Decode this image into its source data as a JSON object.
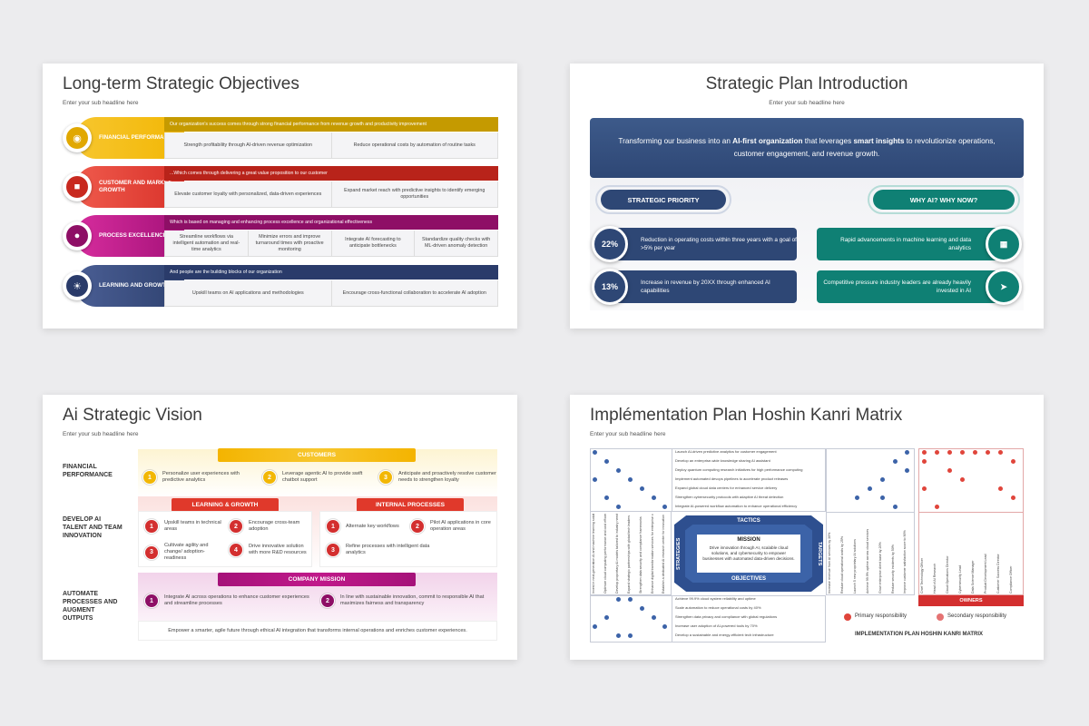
{
  "slide1": {
    "title": "Long-term Strategic Objectives",
    "subtitle": "Enter your sub headline here",
    "rows": [
      {
        "label": "FINANCIAL PERFORMANCE",
        "icon": "coin-icon",
        "color": "#f2b705",
        "bar_color": "#c59a00",
        "bar": "Our organization's success comes through strong financial performance from revenue growth and productivity improvement",
        "cells": [
          "Strength profitability through AI-driven revenue optimization",
          "Reduce operational costs by automation of routine tasks"
        ]
      },
      {
        "label": "CUSTOMER AND MARKET GROWTH",
        "icon": "presentation-icon",
        "color": "#e0392b",
        "bar_color": "#b8231a",
        "bar": "...Which comes through delivering a great value proposition to our customer",
        "cells": [
          "Elevate customer loyalty with personalized, data-driven experiences",
          "Expand market reach with predictive insights to identify emerging opportunities"
        ]
      },
      {
        "label": "PROCESS EXCELLENCE",
        "icon": "team-icon",
        "color": "#c0198a",
        "bar_color": "#8e0f66",
        "bar": "Which is based on managing and enhancing process excellence and organizational effectiveness",
        "cells": [
          "Streamline workflows via intelligent automation and real-time analytics",
          "Minimize errors and improve turnaround times with proactive monitoring",
          "Integrate AI forecasting to anticipate bottlenecks",
          "Standardize quality checks with ML-driven anomaly detection"
        ]
      },
      {
        "label": "LEARNING AND GROWTH",
        "icon": "lightbulb-icon",
        "color": "#34477a",
        "bar_color": "#2a3b6a",
        "bar": "And people are the building blocks of our organization",
        "cells": [
          "Upskill teams on AI applications and methodologies",
          "Encourage cross-functional collaboration to accelerate AI adoption"
        ]
      }
    ]
  },
  "slide2": {
    "title": "Strategic Plan Introduction",
    "subtitle": "Enter your sub headline here",
    "banner": {
      "p1": "Transforming our business into an ",
      "b1": "AI-first organization",
      "p2": " that leverages ",
      "b2": "smart insights",
      "p3": " to revolutionize operations, customer engagement, and revenue growth."
    },
    "left_pill": "STRATEGIC PRIORITY",
    "right_pill": "WHY AI? WHY NOW?",
    "left_items": [
      {
        "value": "22%",
        "text": "Reduction in operating costs within three years with a goal of >5% per year"
      },
      {
        "value": "13%",
        "text": "Increase in revenue by 20XX through enhanced AI capabilities"
      }
    ],
    "right_items": [
      {
        "icon": "chart-board-icon",
        "text": "Rapid advancements in machine learning and data analytics"
      },
      {
        "icon": "runner-icon",
        "text": "Competitive pressure industry leaders are already heavily invested in AI"
      }
    ],
    "colors": {
      "navy": "#2e4775",
      "teal": "#0f8074"
    }
  },
  "slide3": {
    "title": "Ai Strategic Vision",
    "subtitle": "Enter your sub headline here",
    "row_labels": [
      "FINANCIAL PERFORMANCE",
      "DEVELOP AI TALENT AND TEAM INNOVATION",
      "AUTOMATE PROCESSES AND AUGMENT OUTPUTS"
    ],
    "customers": {
      "head": "CUSTOMERS",
      "items": [
        "Personalize user experiences with predictive analytics",
        "Leverage agentic AI to provide swift chatbot support",
        "Anticipate and proactively resolve customer needs to strengthen loyalty"
      ]
    },
    "learning": {
      "head": "LEARNING & GROWTH",
      "items": [
        "Upskill teams in technical areas",
        "Encourage cross-team adoption",
        "Cultivate agility and change/ adoption-readiness",
        "Drive innovative solution with more R&D resources"
      ]
    },
    "internal": {
      "head": "INTERNAL PROCESSES",
      "items": [
        "Alternate key workflows",
        "Pilot AI applications in core operation areas",
        "Refine processes with intelligent data analytics"
      ]
    },
    "mission": {
      "head": "COMPANY MISSION",
      "items": [
        "Integrate AI across operations to enhance customer experiences and streamline processes",
        "In line with sustainable innovation, commit to responsible AI that maximizes fairness and transparency"
      ],
      "footer": "Empower a smarter, agile future through ethical AI integration that transforms internal operations and enriches customer experiences."
    }
  },
  "slide4": {
    "title": "Implémentation Plan Hoshin Kanri Matrix",
    "subtitle": "Enter your sub headline here",
    "tactics_rows": [
      "Launch AI-driven predictive analytics for customer engagement",
      "Develop an enterprise-wide knowledge sharing AI assistant",
      "Deploy quantum computing research initiatives for high performance computing",
      "Implement automated devops pipelines to accelerate product releases",
      "Expand global cloud data centers for enhanced service delivery",
      "Strengthen cybersecurity protocols with adaptive AI threat detection",
      "Integrate AI-powered workflow automation to enhance operational efficiency"
    ],
    "objective_rows": [
      "Achieve 99.9% cloud system reliability and uptime",
      "Scale automation to reduce operational costs by 40%",
      "Strengthen data privacy and compliance with global regulations",
      "Increase user adoption of AI-powered tools by 70%",
      "Develop a sustainable and energy-efficient tech infrastructure"
    ],
    "strategies_cols": [
      "Invest in next-generation AI and machine learning solutions",
      "Optimize cloud computing performance and cost efficiency",
      "Develop proprietary AI models tailored to industry needs",
      "Expand strategic partnerships with global tech leaders",
      "Strengthen data security and compliance frameworks",
      "Enhance digital transformation services for enterprise clients",
      "Establish a dedicated AI research center for innovation"
    ],
    "targets_cols": [
      "Increase revenue from AI services by 30%",
      "Reduce cloud operational costs by 25%",
      "Launch 5 new proprietary AI solutions",
      "Achieve 99.9% uptime across cloud services",
      "Grow enterprise client base by 20%",
      "Reduce security incidents by 50%",
      "Improve customer satisfaction score to 90%"
    ],
    "owner_cols": [
      "Chief Technology Officer",
      "Head of AI Research",
      "Cloud Operations Director",
      "Cybersecurity Lead",
      "Data Science Manager",
      "Product Development Lead",
      "Customer Success Director",
      "Compliance Officer"
    ],
    "center": {
      "tactics": "TACTICS",
      "strategies": "STRATEGIES",
      "targets": "TARGETS",
      "objectives": "OBJECTIVES",
      "mission_head": "MISSION",
      "mission": "Drive innovation through AI, scalable cloud solutions, and cybersecurity to empower businesses with automated data-driven decisions."
    },
    "owners_label": "OWNERS",
    "legend": {
      "primary": "Primary responsibility",
      "secondary": "Secondary responsibility"
    },
    "footer": "IMPLEMENTATION  PLAN HOSHIN KANRI MATRIX",
    "colors": {
      "navy": "#2e4f8f",
      "red": "#d32f2f",
      "dot_blue": "#3c63a8",
      "dot_red": "#e0453b"
    }
  }
}
